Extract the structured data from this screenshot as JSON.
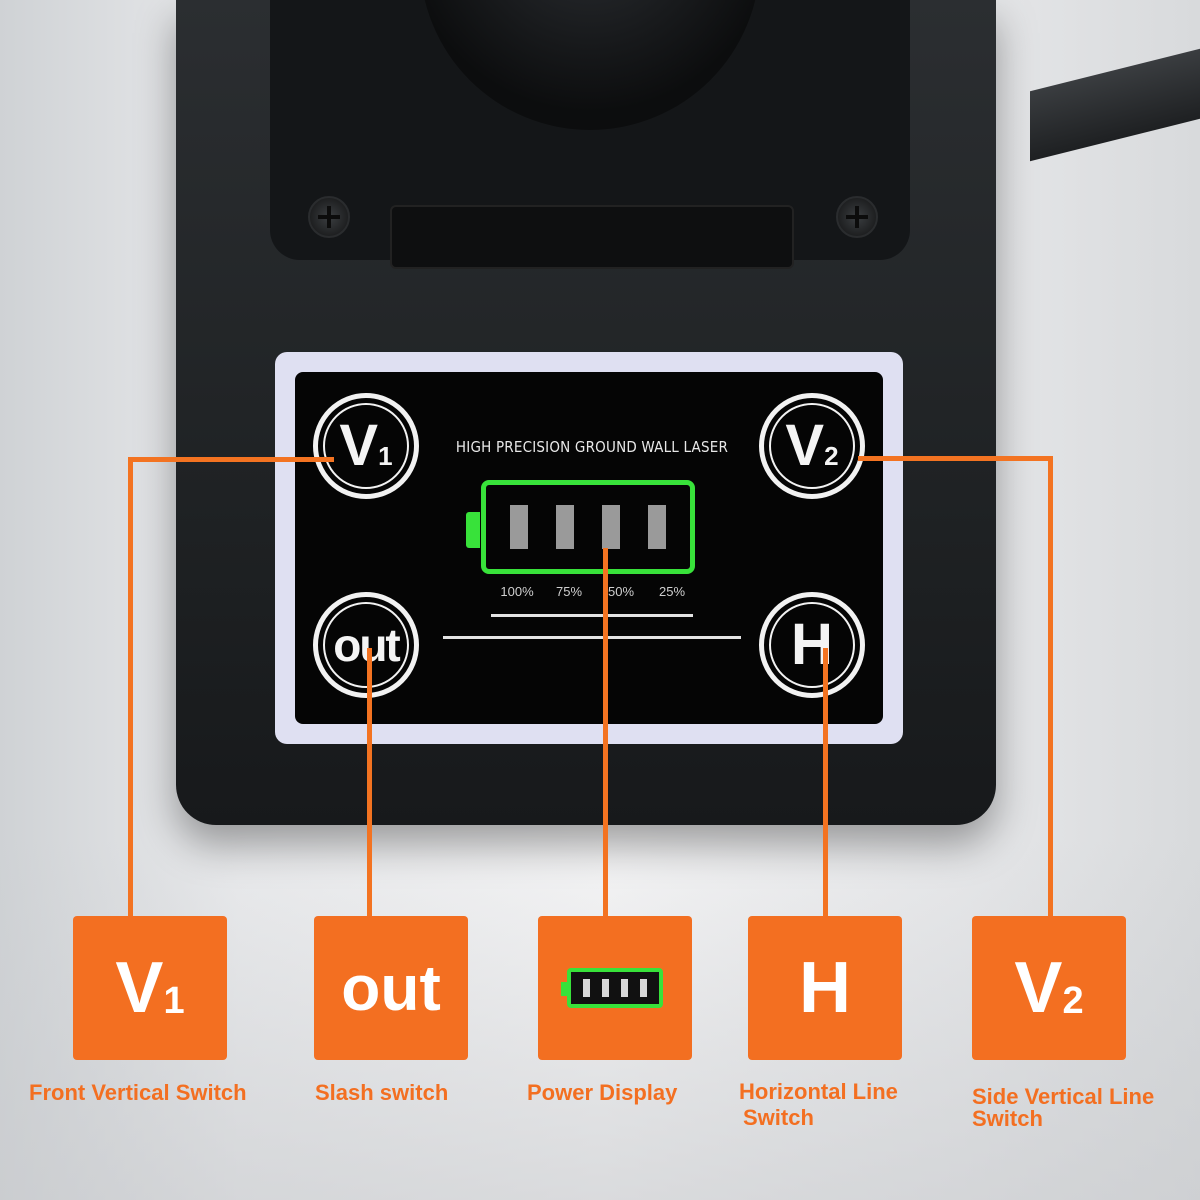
{
  "panel": {
    "title": "HIGH PRECISION GROUND WALL LASER",
    "battery_levels": [
      "100%",
      "75%",
      "50%",
      "25%"
    ],
    "battery_cells": 4
  },
  "buttons": {
    "v1": {
      "main": "V",
      "sub": "1"
    },
    "v2": {
      "main": "V",
      "sub": "2"
    },
    "out": {
      "main": "out"
    },
    "h": {
      "main": "H"
    }
  },
  "legend": [
    {
      "id": "v1",
      "main": "V",
      "sub": "1",
      "caption": "Front Vertical Switch"
    },
    {
      "id": "out",
      "main": "out",
      "caption": "Slash switch"
    },
    {
      "id": "power",
      "icon": "battery-icon",
      "caption": "Power Display"
    },
    {
      "id": "h",
      "main": "H",
      "caption_line1": "Horizontal Line",
      "caption_line2": "Switch"
    },
    {
      "id": "v2",
      "main": "V",
      "sub": "2",
      "caption_line1": "Side Vertical Line",
      "caption_line2": "Switch"
    }
  ],
  "colors": {
    "accent_orange": "#f36f21",
    "battery_green": "#38e23a",
    "panel_black": "#050505"
  }
}
